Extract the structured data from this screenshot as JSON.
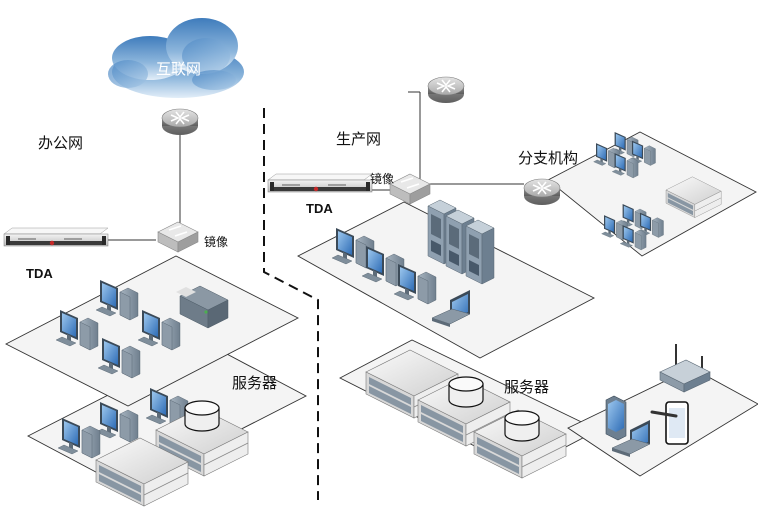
{
  "diagram": {
    "type": "network-topology",
    "cloud": {
      "label": "互联网",
      "icon": "cloud-icon"
    },
    "zones": {
      "office": {
        "label": "办公网",
        "tda_label": "TDA",
        "mirror_label": "镜像",
        "server_label": "服务器",
        "devices": [
          "router",
          "switch",
          "tda-appliance",
          "desktop-pc x4",
          "printer",
          "desktop-pc x3",
          "rack-server x2",
          "database"
        ]
      },
      "production": {
        "label": "生产网",
        "tda_label": "TDA",
        "mirror_label": "镜像",
        "server_label": "服务器",
        "devices": [
          "router",
          "switch",
          "tda-appliance",
          "tower-server x3",
          "desktop-pc x3",
          "laptop",
          "rack-server x3",
          "database x2"
        ]
      },
      "branch": {
        "label": "分支机构",
        "devices": [
          "router",
          "desktop-pc x8",
          "rack-server"
        ]
      },
      "mobile": {
        "devices": [
          "wireless-router",
          "smartphone",
          "laptop",
          "tablet"
        ]
      }
    },
    "divider": {
      "style": "dashed",
      "separates": [
        "办公网",
        "生产网"
      ]
    },
    "colors": {
      "zone_fill": "#f3f3f3",
      "zone_stroke": "#333333",
      "screen_blue": "#3f7fc8",
      "device_gray": "#8c9aa6",
      "cloud_blue": "#5b94c8"
    }
  }
}
